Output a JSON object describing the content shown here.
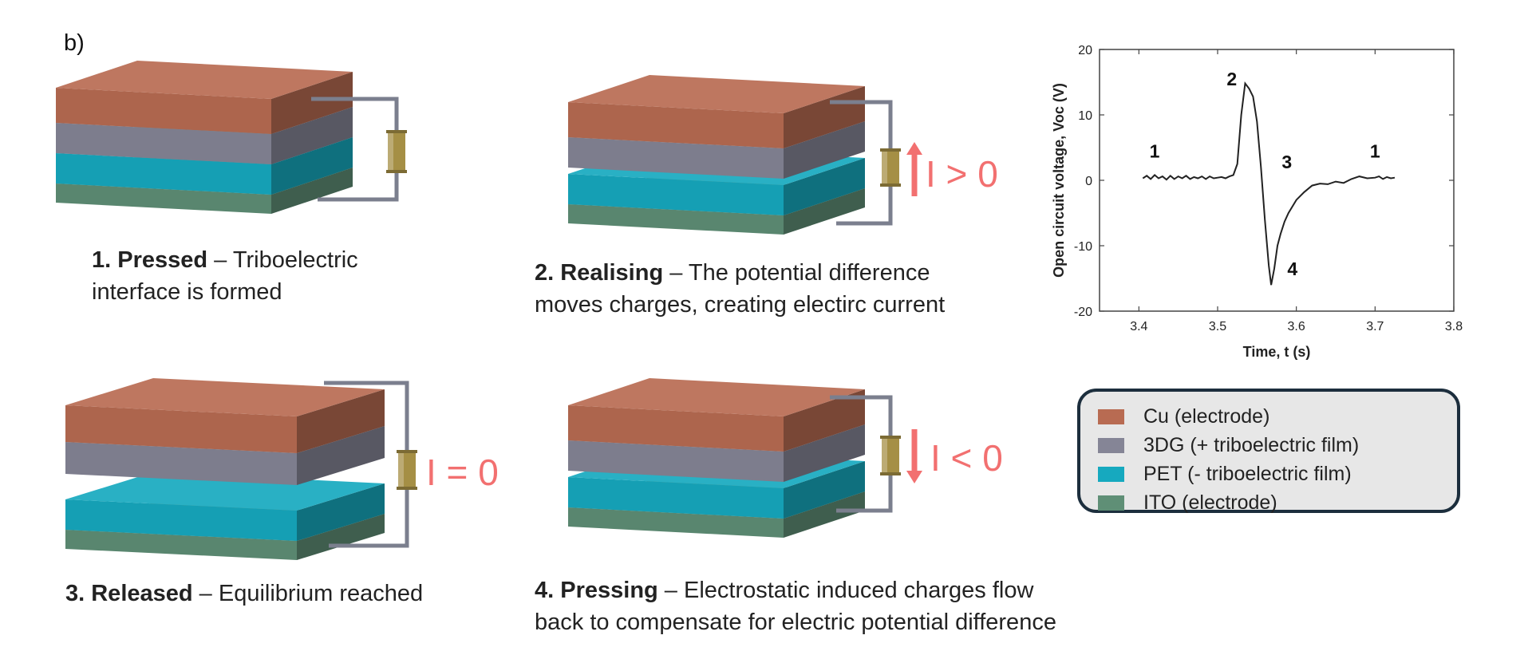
{
  "panel_label": "b)",
  "captions": {
    "pressed": {
      "title": "1. Pressed",
      "rest": " – Triboelectric",
      "line2": "interface is formed"
    },
    "realising": {
      "title": "2. Realising",
      "rest": " – The potential difference",
      "line2": "moves  charges, creating electirc current"
    },
    "released": {
      "title": "3. Released",
      "rest": " – Equilibrium reached"
    },
    "pressing": {
      "title": "4. Pressing",
      "rest": " – Electrostatic induced charges flow",
      "line2": "back to compensate for electric potential difference"
    }
  },
  "current_labels": {
    "positive": "I > 0",
    "zero": "I = 0",
    "negative": "I < 0"
  },
  "colors": {
    "cu": "#b86b52",
    "dg3": "#858596",
    "pet": "#16a9bf",
    "ito": "#5f8f76",
    "wire": "#7b7f8e",
    "resistor": "#a58f45",
    "arrow": "#f27070",
    "legend_border": "#1c2e3d"
  },
  "legend": [
    {
      "key": "cu",
      "label": "Cu (electrode)"
    },
    {
      "key": "dg3",
      "label": "3DG (+ triboelectric film)"
    },
    {
      "key": "pet",
      "label": "PET (- triboelectric film)"
    },
    {
      "key": "ito",
      "label": "ITO (electrode)"
    }
  ],
  "chart_data": {
    "type": "line",
    "xlabel": "Time, t (s)",
    "ylabel": "Open circuit voltage, Voc (V)",
    "xlim": [
      3.35,
      3.8
    ],
    "ylim": [
      -20,
      20
    ],
    "xticks": [
      3.4,
      3.5,
      3.6,
      3.7,
      3.8
    ],
    "yticks": [
      -20,
      -10,
      0,
      10,
      20
    ],
    "series": [
      {
        "x": [
          3.405,
          3.41,
          3.415,
          3.42,
          3.425,
          3.43,
          3.435,
          3.44,
          3.445,
          3.45,
          3.455,
          3.46,
          3.465,
          3.47,
          3.475,
          3.48,
          3.485,
          3.49,
          3.495,
          3.5,
          3.505,
          3.51,
          3.515,
          3.52,
          3.525,
          3.53,
          3.535,
          3.54,
          3.545,
          3.55,
          3.555,
          3.56,
          3.565,
          3.568,
          3.572,
          3.576,
          3.58,
          3.585,
          3.59,
          3.6,
          3.61,
          3.62,
          3.63,
          3.64,
          3.65,
          3.66,
          3.67,
          3.68,
          3.69,
          3.7,
          3.705,
          3.71,
          3.715,
          3.72,
          3.725
        ],
        "y": [
          0.3,
          0.7,
          0.2,
          0.8,
          0.3,
          0.6,
          0.1,
          0.7,
          0.2,
          0.6,
          0.3,
          0.7,
          0.2,
          0.5,
          0.3,
          0.6,
          0.2,
          0.6,
          0.3,
          0.4,
          0.5,
          0.3,
          0.6,
          0.8,
          2.5,
          10.0,
          14.8,
          14.0,
          12.8,
          9.0,
          2.0,
          -6.0,
          -13.0,
          -16.0,
          -13.5,
          -10.0,
          -8.2,
          -6.3,
          -5.0,
          -3.0,
          -1.8,
          -0.8,
          -0.5,
          -0.6,
          -0.2,
          -0.4,
          0.2,
          0.6,
          0.3,
          0.4,
          0.6,
          0.2,
          0.5,
          0.3,
          0.4
        ]
      }
    ],
    "annotations": [
      {
        "text": "1",
        "x": 3.42,
        "y": 3.5
      },
      {
        "text": "2",
        "x": 3.518,
        "y": 14.5
      },
      {
        "text": "3",
        "x": 3.588,
        "y": 1.8
      },
      {
        "text": "1",
        "x": 3.7,
        "y": 3.5
      },
      {
        "text": "4",
        "x": 3.595,
        "y": -14.5
      }
    ]
  }
}
